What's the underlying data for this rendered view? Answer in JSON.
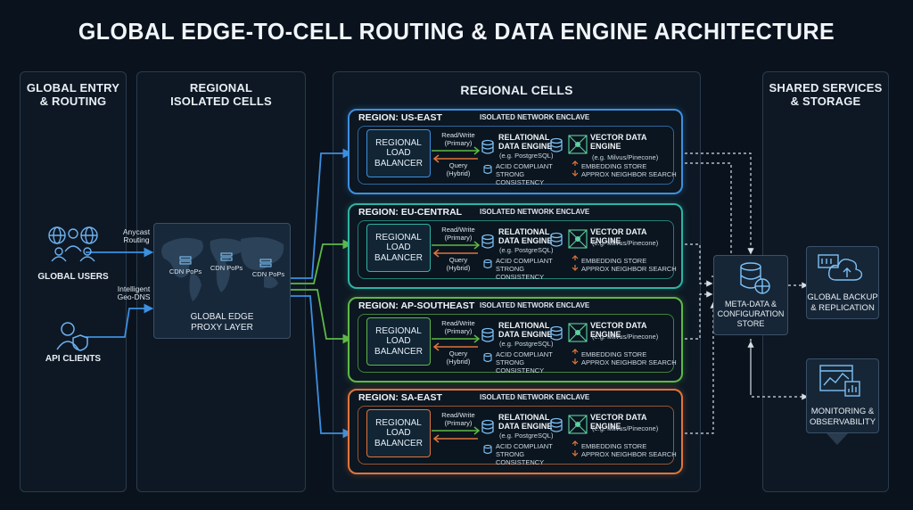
{
  "title": "GLOBAL EDGE-TO-CELL ROUTING & DATA ENGINE ARCHITECTURE",
  "columns": {
    "entry": "GLOBAL ENTRY\n& ROUTING",
    "isolated": "REGIONAL\nISOLATED CELLS",
    "cells": "REGIONAL CELLS",
    "shared": "SHARED SERVICES\n& STORAGE"
  },
  "entry": {
    "users": "GLOBAL USERS",
    "api": "API CLIENTS",
    "anycast": "Anycast\nRouting",
    "geodns": "Intelligent\nGeo-DNS"
  },
  "edge": {
    "pop1": "CDN PoPs",
    "pop2": "CDN PoPs",
    "pop3": "CDN PoPs",
    "label": "GLOBAL EDGE\nPROXY LAYER"
  },
  "regions": [
    {
      "name": "REGION: US-EAST",
      "color": "#3d8fe0",
      "enclave": "ISOLATED NETWORK ENCLAVE",
      "lb": "REGIONAL\nLOAD\nBALANCER",
      "rw": "Read/Write\n(Primary)",
      "query": "Query\n(Hybrid)",
      "rel": "RELATIONAL\nDATA ENGINE",
      "rel_sub": "(e.g. PostgreSQL)",
      "vec": "VECTOR DATA\nENGINE",
      "vec_sub": "(e.g. Milvus/Pinecone)",
      "acid": "ACID COMPLIANT\nSTRONG CONSISTENCY",
      "emb": "EMBEDDING STORE\nAPPROX NEIGHBOR SEARCH"
    },
    {
      "name": "REGION: EU-CENTRAL",
      "color": "#2fb3a3",
      "enclave": "ISOLATED NETWORK ENCLAVE",
      "lb": "REGIONAL\nLOAD\nBALANCER",
      "rw": "Read/Write\n(Primary)",
      "query": "Query\n(Hybrid)",
      "rel": "RELATIONAL\nDATA ENGINE",
      "rel_sub": "(e.g. PostgreSQL)",
      "vec": "VECTOR DATA ENGINE",
      "vec_sub": "(e.g. Milvus/Pinecone)",
      "acid": "ACID COMPLIANT\nSTRONG CONSISTENCY",
      "emb": "EMBEDDING STORE\nAPPROX NEIGHBOR SEARCH"
    },
    {
      "name": "REGION: AP-SOUTHEAST",
      "color": "#5fb847",
      "enclave": "ISOLATED NETWORK ENCLAVE",
      "lb": "REGIONAL\nLOAD\nBALANCER",
      "rw": "Read/Write\n(Primary)",
      "query": "Query\n(Hybrid)",
      "rel": "RELATIONAL\nDATA ENGINE",
      "rel_sub": "(e.g. PostgreSQL)",
      "vec": "VECTOR DATA ENGINE",
      "vec_sub": "(e.g. Milvus/Pinecone)",
      "acid": "ACID COMPLIANT\nSTRONG CONSISTENCY",
      "emb": "EMBEDDING STORE\nAPPROX NEIGHBOR SEARCH"
    },
    {
      "name": "REGION: SA-EAST",
      "color": "#e0753a",
      "enclave": "ISOLATED NETWORK ENCLAVE",
      "lb": "REGIONAL\nLOAD\nBALANCER",
      "rw": "Read/Write\n(Primary)",
      "query": "",
      "rel": "RELATIONAL\nDATA ENGINE",
      "rel_sub": "(e.g. PostgreSQL)",
      "vec": "VECTOR DATA ENGINE",
      "vec_sub": "(e.g. Milvus/Pinecone)",
      "acid": "ACID COMPLIANT\nSTRONG CONSISTENCY",
      "emb": "EMBEDDING STORE\nAPPROX NEIGHBOR SEARCH"
    }
  ],
  "shared": {
    "meta": "META-DATA &\nCONFIGURATION\nSTORE",
    "backup": "GLOBAL BACKUP\n& REPLICATION",
    "monitor": "MONITORING &\nOBSERVABILITY"
  },
  "colors": {
    "blue": "#3d8fe0",
    "teal": "#2fb3a3",
    "green": "#5fb847",
    "orange": "#e0753a",
    "background": "#0a131d"
  }
}
